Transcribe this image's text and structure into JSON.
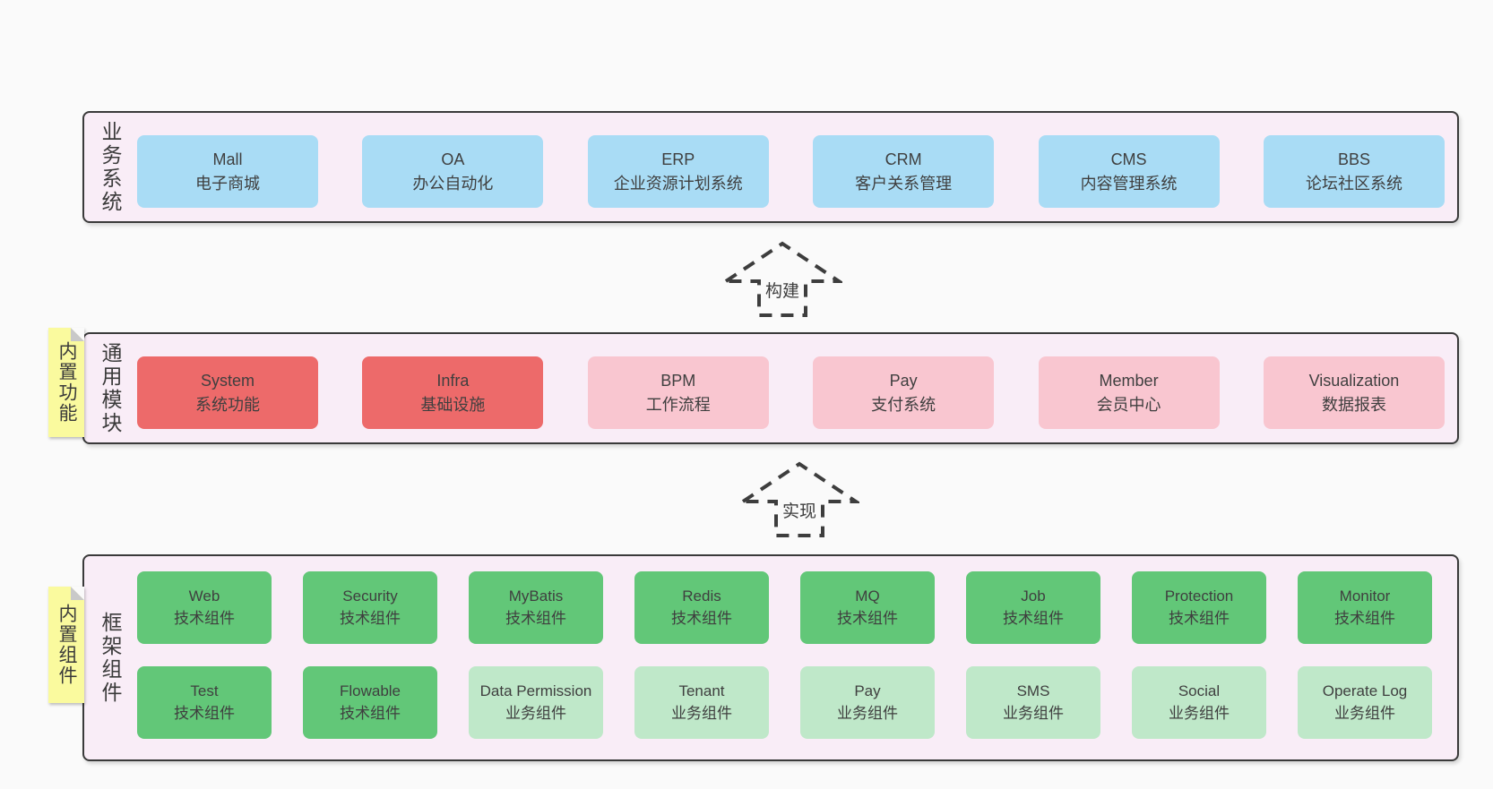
{
  "colors": {
    "page_bg": "#fafafa",
    "band_bg": "#f9edf7",
    "band_border": "#3a3a3a",
    "blue_box": "#a9dcf5",
    "red_box": "#ed6a6a",
    "pink_box": "#f9c6d0",
    "green_box": "#62c778",
    "light_green_box": "#bfe8c9",
    "sticky_yellow": "#fafa9e",
    "text": "#3f3f3f"
  },
  "bands": [
    {
      "label": "业务系统",
      "boxes": [
        {
          "name": "Mall",
          "desc": "电子商城"
        },
        {
          "name": "OA",
          "desc": "办公自动化"
        },
        {
          "name": "ERP",
          "desc": "企业资源计划系统"
        },
        {
          "name": "CRM",
          "desc": "客户关系管理"
        },
        {
          "name": "CMS",
          "desc": "内容管理系统"
        },
        {
          "name": "BBS",
          "desc": "论坛社区系统"
        }
      ]
    },
    {
      "label": "通用模块",
      "sticky": "内置功能",
      "boxes": [
        {
          "name": "System",
          "desc": "系统功能"
        },
        {
          "name": "Infra",
          "desc": "基础设施"
        },
        {
          "name": "BPM",
          "desc": "工作流程"
        },
        {
          "name": "Pay",
          "desc": "支付系统"
        },
        {
          "name": "Member",
          "desc": "会员中心"
        },
        {
          "name": "Visualization",
          "desc": "数据报表"
        }
      ]
    },
    {
      "label": "框架组件",
      "sticky": "内置组件",
      "rows": [
        [
          {
            "name": "Web",
            "desc": "技术组件"
          },
          {
            "name": "Security",
            "desc": "技术组件"
          },
          {
            "name": "MyBatis",
            "desc": "技术组件"
          },
          {
            "name": "Redis",
            "desc": "技术组件"
          },
          {
            "name": "MQ",
            "desc": "技术组件"
          },
          {
            "name": "Job",
            "desc": "技术组件"
          },
          {
            "name": "Protection",
            "desc": "技术组件"
          },
          {
            "name": "Monitor",
            "desc": "技术组件"
          }
        ],
        [
          {
            "name": "Test",
            "desc": "技术组件"
          },
          {
            "name": "Flowable",
            "desc": "技术组件"
          },
          {
            "name": "Data Permission",
            "desc": "业务组件"
          },
          {
            "name": "Tenant",
            "desc": "业务组件"
          },
          {
            "name": "Pay",
            "desc": "业务组件"
          },
          {
            "name": "SMS",
            "desc": "业务组件"
          },
          {
            "name": "Social",
            "desc": "业务组件"
          },
          {
            "name": "Operate Log",
            "desc": "业务组件"
          }
        ]
      ]
    }
  ],
  "arrows": [
    {
      "label": "构建"
    },
    {
      "label": "实现"
    }
  ]
}
